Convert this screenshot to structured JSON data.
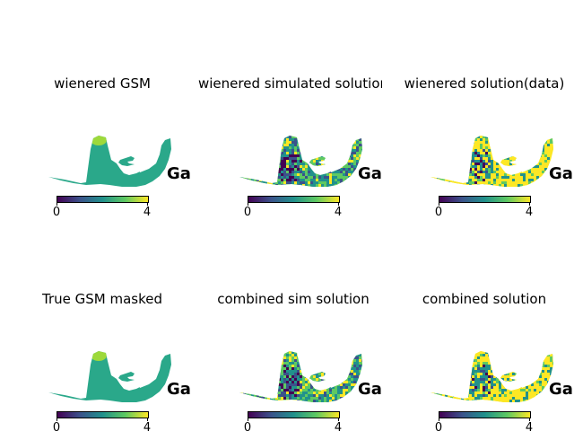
{
  "panels": [
    {
      "title": "wienered GSM",
      "label": "Gala",
      "colormap": "viridis",
      "color_min": 0,
      "color_max": 4,
      "colorbar_ticks": [
        "0",
        "4"
      ],
      "fill": "uniform"
    },
    {
      "title": "wienered simulated solution",
      "label": "Gala",
      "colormap": "viridis",
      "color_min": 0,
      "color_max": 4,
      "colorbar_ticks": [
        "0",
        "4"
      ],
      "fill": "noisy"
    },
    {
      "title": "wienered solution(data)",
      "label": "Gala",
      "colormap": "viridis",
      "color_min": 0,
      "color_max": 4,
      "colorbar_ticks": [
        "0",
        "4"
      ],
      "fill": "noisy-bright"
    },
    {
      "title": "True GSM masked",
      "label": "Gala",
      "colormap": "viridis",
      "color_min": 0,
      "color_max": 4,
      "colorbar_ticks": [
        "0",
        "4"
      ],
      "fill": "uniform"
    },
    {
      "title": "combined sim solution",
      "label": "Gala",
      "colormap": "viridis",
      "color_min": 0,
      "color_max": 4,
      "colorbar_ticks": [
        "0",
        "4"
      ],
      "fill": "noisy"
    },
    {
      "title": "combined solution",
      "label": "Gala",
      "colormap": "viridis",
      "color_min": 0,
      "color_max": 4,
      "colorbar_ticks": [
        "0",
        "4"
      ],
      "fill": "noisy-bright"
    }
  ],
  "chart_data": {
    "type": "heatmap",
    "layout": "2 rows x 3 columns",
    "colormap": "viridis",
    "color_range": [
      0,
      4
    ],
    "colors": {
      "low": "#440154",
      "mid": "#21918c",
      "high": "#fde725",
      "background": "#ffffff"
    }
  }
}
